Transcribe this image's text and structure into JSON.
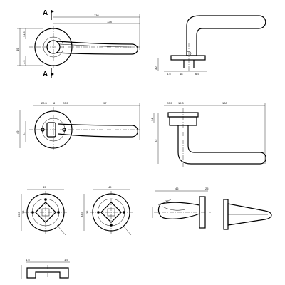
{
  "section_mark": "A",
  "top_front": {
    "overall_length": "136",
    "lever_length": "128",
    "rose_dia": "49",
    "dim_left_1": "14.5",
    "dim_left_2": "4.5"
  },
  "top_side": {
    "depth": "30",
    "dims": [
      "6.5",
      "18",
      "6.5"
    ]
  },
  "mid_front": {
    "top_dims": [
      "20.5",
      "8",
      "20.5"
    ],
    "lever_length": "97",
    "rose_dia": "49",
    "left_dim": "24"
  },
  "mid_side": {
    "top_dims": [
      "20.5",
      "19.0"
    ],
    "height": "62",
    "left_dim": "14",
    "lever_length": "130"
  },
  "row3_a": {
    "top": "49",
    "left": "33.5",
    "side": "33"
  },
  "row3_b": {
    "top": "49",
    "left": "33.5",
    "side": "35"
  },
  "row3_c": {
    "top": "46",
    "right": "25",
    "knob": "26"
  },
  "bottom": {
    "dims": [
      "1.5",
      "1.5"
    ]
  }
}
